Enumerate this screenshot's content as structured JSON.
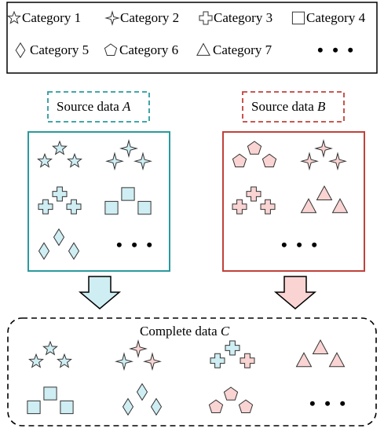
{
  "legend": {
    "items": [
      {
        "icon": "star",
        "label": "Category 1"
      },
      {
        "icon": "four-point-star",
        "label": "Category 2"
      },
      {
        "icon": "cross",
        "label": "Category 3"
      },
      {
        "icon": "square",
        "label": "Category 4"
      },
      {
        "icon": "diamond",
        "label": "Category 5"
      },
      {
        "icon": "pentagon",
        "label": "Category 6"
      },
      {
        "icon": "triangle",
        "label": "Category 7"
      }
    ],
    "ellipsis": "• • •"
  },
  "source_a": {
    "prefix": "Source data ",
    "var": "A",
    "color": "#2a9a9e",
    "fill": "#cfeef3"
  },
  "source_b": {
    "prefix": "Source data ",
    "var": "B",
    "color": "#c0413b",
    "fill": "#f9d4d2"
  },
  "complete": {
    "prefix": "Complete data ",
    "var": "C"
  },
  "ellipsis": "• • •"
}
